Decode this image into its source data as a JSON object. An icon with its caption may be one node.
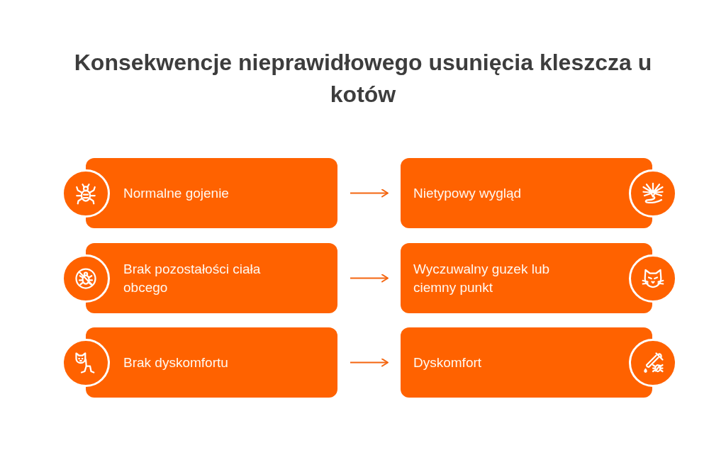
{
  "diagram": {
    "title": "Konsekwencje nieprawidłowego usunięcia kleszcza u kotów",
    "nodes": [
      {
        "text": [
          "Normalne gojenie"
        ]
      },
      {
        "text": [
          "Nietypowy wygląd"
        ]
      },
      {
        "text": [
          "Brak pozostałości ciała obcego"
        ]
      },
      {
        "text": [
          "Wyczuwalny guzek lub ciemny punkt"
        ]
      },
      {
        "text": [
          "Brak dyskomfortu"
        ]
      },
      {
        "text": [
          "Dyskomfort"
        ]
      }
    ],
    "edges": [
      {
        "from": 0,
        "to": 1,
        "arrow": "to"
      },
      {
        "from": 2,
        "to": 3,
        "arrow": "to"
      },
      {
        "from": 4,
        "to": 5,
        "arrow": "to"
      }
    ]
  }
}
